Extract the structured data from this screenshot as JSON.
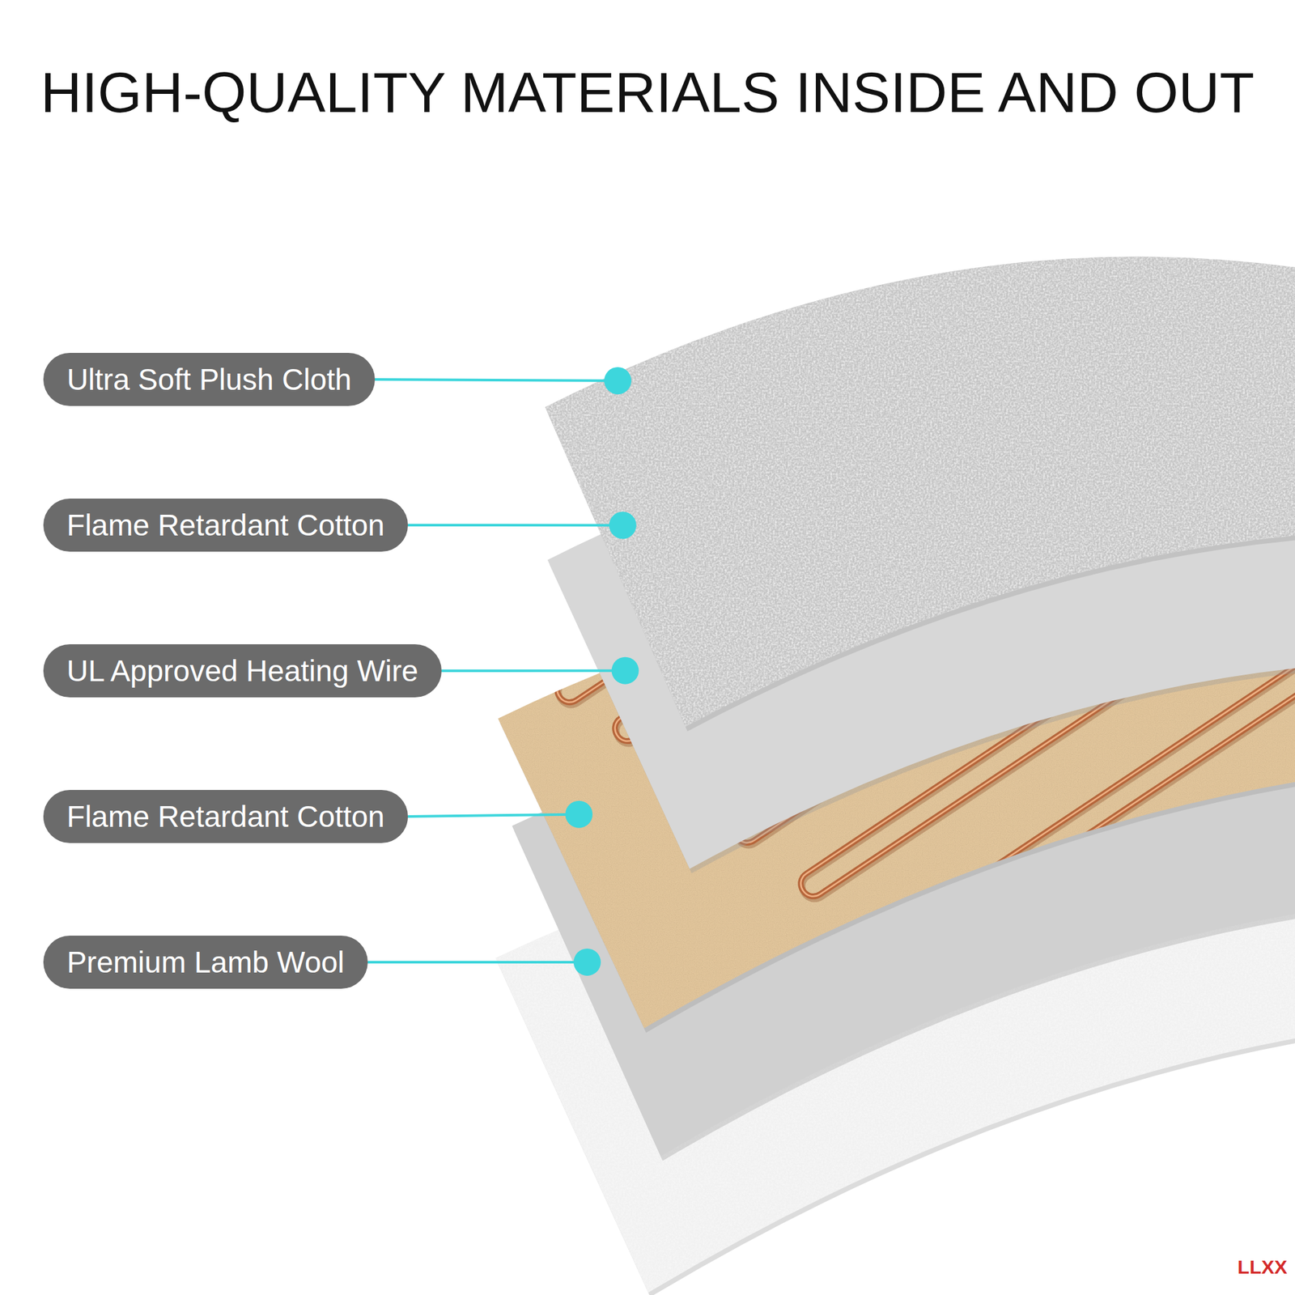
{
  "diagram": {
    "title": "HIGH-QUALITY MATERIALS INSIDE AND OUT",
    "nodes": [
      {
        "text": [
          "Ultra Soft Plush Cloth"
        ]
      },
      {
        "text": [
          "Flame Retardant Cotton"
        ]
      },
      {
        "text": [
          "UL Approved Heating Wire"
        ]
      },
      {
        "text": [
          "Flame Retardant Cotton"
        ]
      },
      {
        "text": [
          "Premium Lamb Wool"
        ]
      }
    ],
    "labels": [
      "LLXX"
    ]
  }
}
